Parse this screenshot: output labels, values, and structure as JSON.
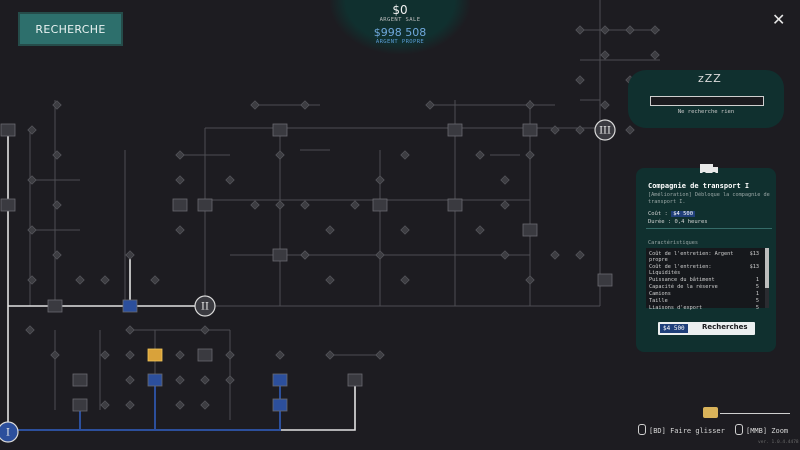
{
  "header": {
    "research_label": "RECHERCHE",
    "dirty_money": "$0",
    "dirty_label": "ARGENT SALE",
    "clean_money": "$998 508",
    "clean_label": "ARGENT PROPRE",
    "close_glyph": "✕"
  },
  "status": {
    "sleep_glyph": "zZZ",
    "message": "Ne recherche rien"
  },
  "tree": {
    "tier_labels": [
      "I",
      "II",
      "III"
    ]
  },
  "detail": {
    "title": "Compagnie de transport I",
    "description": "[Amélioration] Débloque la compagnie de transport I.",
    "cost_label": "Coût :",
    "cost_value": "$4 500",
    "duration": "Durée : 0,4 heures",
    "characteristics_header": "Caractéristiques",
    "characteristics": [
      {
        "label": "Coût de l'entretien: Argent propre",
        "value": "$13"
      },
      {
        "label": "Coût de l'entretien: Liquidités",
        "value": "$13"
      },
      {
        "label": "Puissance du bâtiment",
        "value": "1"
      },
      {
        "label": "Capacité de la réserve",
        "value": "5"
      },
      {
        "label": "Camions",
        "value": "1"
      },
      {
        "label": "Taille",
        "value": "5"
      },
      {
        "label": "Liaisons d'export",
        "value": "5"
      }
    ],
    "button_cost": "$4 500",
    "button_label": "Recherches"
  },
  "controls": {
    "drag_hint": "[BD] Faire glisser",
    "zoom_hint": "[MMB] Zoom"
  },
  "version": "ver. 1.0.4.4478",
  "colors": {
    "background": "#1d1c21",
    "accent_teal": "#2d6f6c",
    "panel_teal": "#10302f",
    "path_blue": "#1f3f7a",
    "selected_gold": "#d9a23a"
  }
}
